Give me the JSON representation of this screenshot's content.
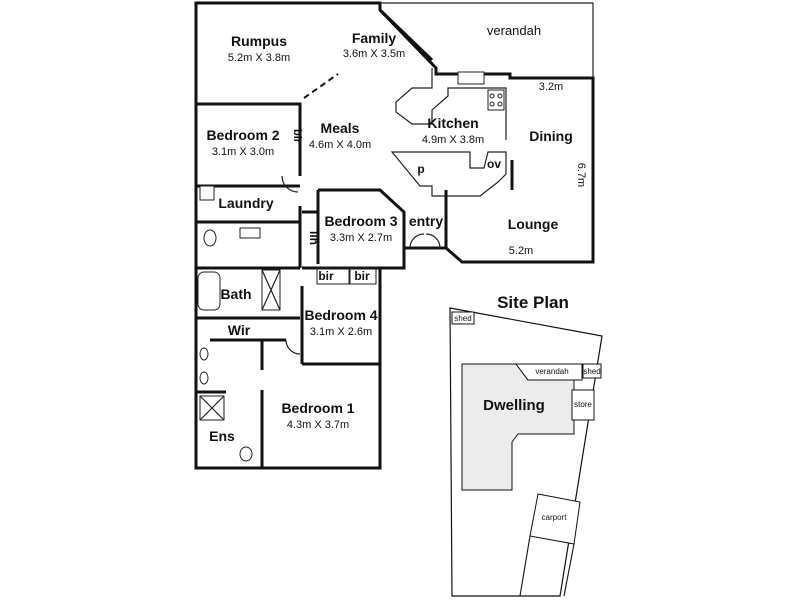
{
  "rooms": {
    "rumpus": {
      "name": "Rumpus",
      "size": "5.2m X 3.8m"
    },
    "family": {
      "name": "Family",
      "size": "3.6m X 3.5m"
    },
    "verandah": {
      "name": "verandah"
    },
    "kitchen": {
      "name": "Kitchen",
      "size": "4.9m X 3.8m"
    },
    "dining": {
      "name": "Dining",
      "dim_top": "3.2m",
      "dim_side": "6.7m"
    },
    "meals": {
      "name": "Meals",
      "size": "4.6m X 4.0m"
    },
    "bedroom2": {
      "name": "Bedroom 2",
      "size": "3.1m X 3.0m"
    },
    "laundry": {
      "name": "Laundry"
    },
    "bedroom3": {
      "name": "Bedroom 3",
      "size": "3.3m X 2.7m"
    },
    "entry": {
      "name": "entry"
    },
    "lounge": {
      "name": "Lounge",
      "dim": "5.2m"
    },
    "bath": {
      "name": "Bath"
    },
    "bedroom4": {
      "name": "Bedroom 4",
      "size": "3.1m X 2.6m"
    },
    "bedroom1": {
      "name": "Bedroom 1",
      "size": "4.3m X 3.7m"
    },
    "ens": {
      "name": "Ens"
    }
  },
  "labels": {
    "bir": "bir",
    "lin": "lin",
    "wir": "Wir",
    "pantry": "p",
    "oven": "ov"
  },
  "site_plan": {
    "title": "Site Plan",
    "shed": "shed",
    "verandah": "verandah",
    "dwelling": "Dwelling",
    "store": "store",
    "carport": "carport"
  },
  "colors": {
    "wall": "#111111",
    "dwelling_fill": "#ececec",
    "background": "#ffffff"
  }
}
